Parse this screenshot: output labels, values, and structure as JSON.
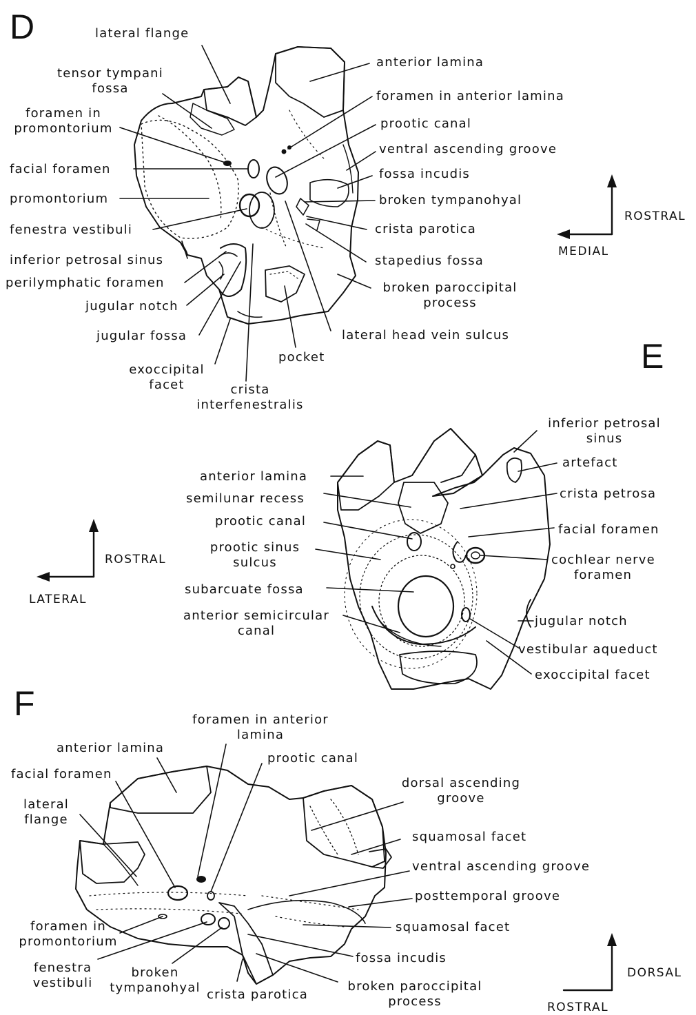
{
  "panels": {
    "D": {
      "letter": "D",
      "labels": {
        "lateral_flange": "lateral flange",
        "tensor_tympani_fossa": "tensor tympani\nfossa",
        "foramen_in_promontorium": "foramen in\npromontorium",
        "facial_foramen": "facial foramen",
        "promontorium": "promontorium",
        "fenestra_vestibuli": "fenestra vestibuli",
        "inferior_petrosal_sinus": "inferior petrosal sinus",
        "perilymphatic_foramen": "perilymphatic foramen",
        "jugular_notch": "jugular notch",
        "jugular_fossa": "jugular fossa",
        "exoccipital_facet": "exoccipital\nfacet",
        "crista_interfenestralis": "crista\ninterfenestralis",
        "pocket": "pocket",
        "lateral_head_vein_sulcus": "lateral head vein sulcus",
        "broken_paroccipital_process": "broken paroccipital\nprocess",
        "stapedius_fossa": "stapedius fossa",
        "crista_parotica": "crista parotica",
        "broken_tympanohyal": "broken tympanohyal",
        "fossa_incudis": "fossa incudis",
        "ventral_ascending_groove": "ventral ascending groove",
        "prootic_canal": "prootic canal",
        "foramen_in_anterior_lamina": "foramen in anterior lamina",
        "anterior_lamina": "anterior lamina"
      },
      "compass": {
        "up": "ROSTRAL",
        "side": "MEDIAL"
      }
    },
    "E": {
      "letter": "E",
      "labels": {
        "inferior_petrosal_sinus": "inferior petrosal\nsinus",
        "artefact": "artefact",
        "crista_petrosa": "crista petrosa",
        "facial_foramen": "facial foramen",
        "cochlear_nerve_foramen": "cochlear nerve\nforamen",
        "jugular_notch": "jugular notch",
        "vestibular_aqueduct": "vestibular aqueduct",
        "exoccipital_facet": "exoccipital facet",
        "anterior_lamina": "anterior lamina",
        "semilunar_recess": "semilunar recess",
        "prootic_canal": "prootic canal",
        "prootic_sinus_sulcus": "prootic sinus\nsulcus",
        "subarcuate_fossa": "subarcuate fossa",
        "anterior_semicircular_canal": "anterior semicircular\ncanal"
      },
      "compass": {
        "up": "ROSTRAL",
        "side": "LATERAL"
      }
    },
    "F": {
      "letter": "F",
      "labels": {
        "foramen_in_anterior_lamina": "foramen in anterior\nlamina",
        "anterior_lamina": "anterior lamina",
        "prootic_canal": "prootic canal",
        "facial_foramen": "facial foramen",
        "lateral_flange": "lateral\nflange",
        "dorsal_ascending_groove": "dorsal ascending\ngroove",
        "squamosal_facet_upper": "squamosal facet",
        "ventral_ascending_groove": "ventral ascending groove",
        "posttemporal_groove": "posttemporal groove",
        "squamosal_facet_lower": "squamosal facet",
        "foramen_in_promontorium": "foramen in\npromontorium",
        "fenestra_vestibuli": "fenestra\nvestibuli",
        "broken_tympanohyal": "broken\ntympanohyal",
        "crista_parotica": "crista parotica",
        "fossa_incudis": "fossa incudis",
        "broken_paroccipital_process": "broken paroccipital\nprocess"
      },
      "compass": {
        "up": "DORSAL",
        "side": "ROSTRAL"
      }
    }
  }
}
